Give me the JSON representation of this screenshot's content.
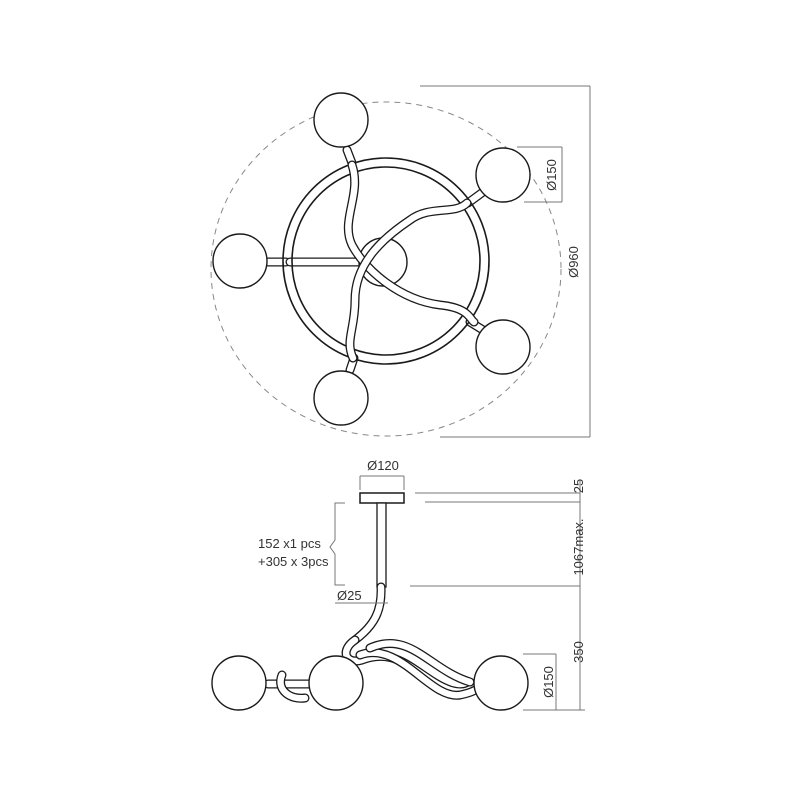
{
  "drawing": {
    "top_view": {
      "overall_diameter_label": "Ø960",
      "globe_diameter_label": "Ø150",
      "globe_count": 5
    },
    "side_view": {
      "canopy_diameter_label": "Ø120",
      "canopy_height_label": "25",
      "max_drop_label": "1067max.",
      "rod_note_line1": "152 x1 pcs",
      "rod_note_line2": "+305 x 3pcs",
      "rod_diameter_label": "Ø25",
      "body_height_label": "350",
      "globe_diameter_label": "Ø150"
    },
    "colors": {
      "line": "#1a1a1a",
      "dimension": "#777777",
      "background": "#ffffff"
    }
  }
}
